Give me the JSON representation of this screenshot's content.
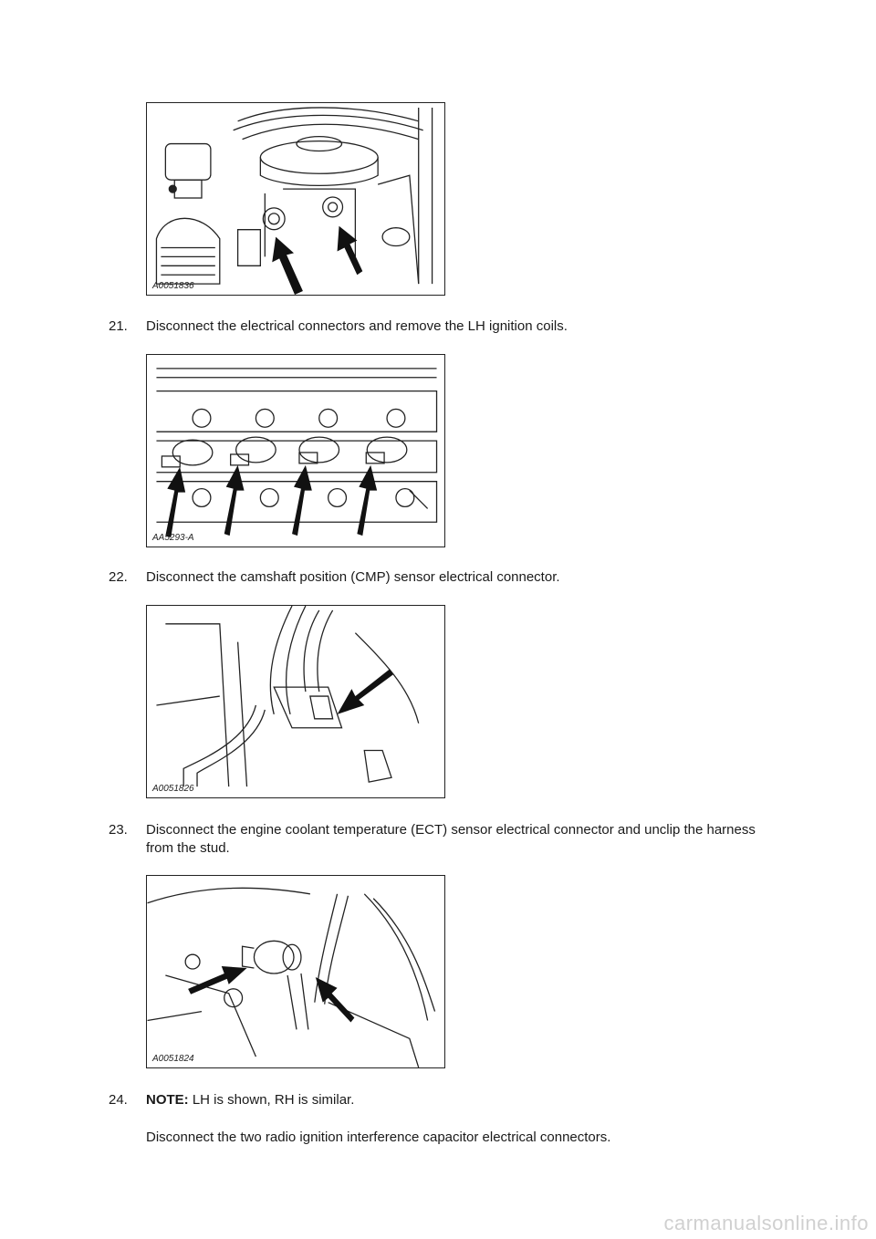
{
  "figures": [
    {
      "code": "A0051836"
    },
    {
      "code": "AA5293-A"
    },
    {
      "code": "A0051826"
    },
    {
      "code": "A0051824"
    }
  ],
  "steps": [
    {
      "number": "21.",
      "text": "Disconnect the electrical connectors and remove the LH ignition coils."
    },
    {
      "number": "22.",
      "text": "Disconnect the camshaft position (CMP) sensor electrical connector."
    },
    {
      "number": "23.",
      "text": "Disconnect the engine coolant temperature (ECT) sensor electrical connector and unclip the harness from the stud."
    },
    {
      "number": "24.",
      "note_label": "NOTE:",
      "note_text": " LH is shown, RH is similar.",
      "text": "Disconnect the two radio ignition interference capacitor electrical connectors."
    }
  ],
  "watermark": "carmanualsonline.info"
}
